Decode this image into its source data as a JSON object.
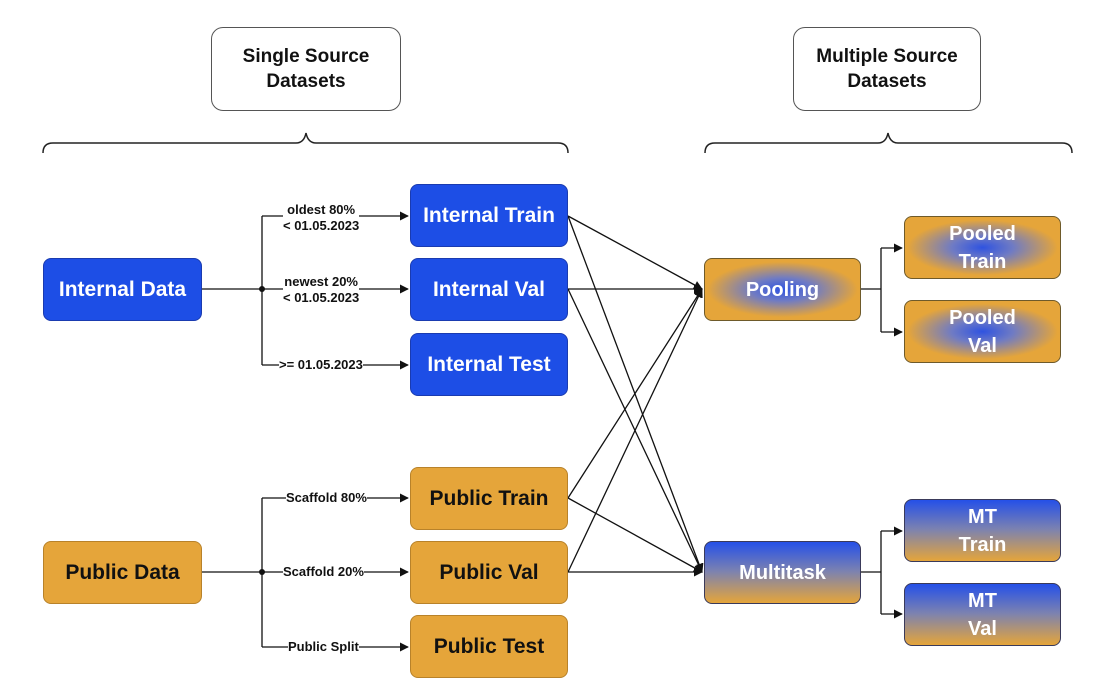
{
  "headers": {
    "single_source": "Single Source\nDatasets",
    "multiple_source": "Multiple Source\nDatasets"
  },
  "nodes": {
    "internal_data": "Internal Data",
    "internal_train": "Internal Train",
    "internal_val": "Internal Val",
    "internal_test": "Internal Test",
    "public_data": "Public Data",
    "public_train": "Public Train",
    "public_val": "Public Val",
    "public_test": "Public Test",
    "pooling": "Pooling",
    "multitask": "Multitask",
    "pooled_train": "Pooled\nTrain",
    "pooled_val": "Pooled\nVal",
    "mt_train": "MT\nTrain",
    "mt_val": "MT\nVal"
  },
  "edge_labels": {
    "internal_train_split": "oldest 80%\n< 01.05.2023",
    "internal_val_split": "newest 20%\n< 01.05.2023",
    "internal_test_split": ">= 01.05.2023",
    "public_train_split": "Scaffold 80%",
    "public_val_split": "Scaffold 20%",
    "public_test_split": "Public Split"
  },
  "colors": {
    "internal_blue": "#1d4ee6",
    "public_orange": "#e5a53a",
    "line": "#111111"
  }
}
